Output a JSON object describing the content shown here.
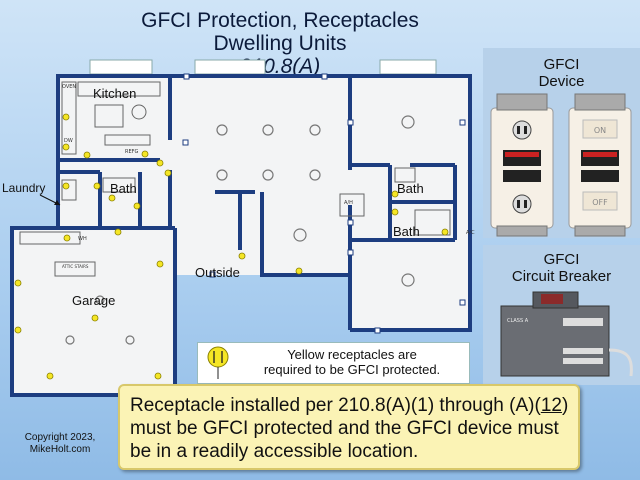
{
  "title": {
    "line1": "GFCI Protection, Receptacles",
    "line2": "Dwelling Units",
    "line3": "210.8(A)"
  },
  "rooms": {
    "kitchen": "Kitchen",
    "bath1": "Bath",
    "bath2": "Bath",
    "bath3": "Bath",
    "laundry": "Laundry",
    "garage": "Garage",
    "outside": "Outside"
  },
  "plan_labels": {
    "oven": "OVEN",
    "dw": "DW",
    "refg": "REFG",
    "wh": "WH",
    "attic": "ATTIC STAIRS",
    "ah": "A/H",
    "ac": "A/C"
  },
  "legend": {
    "text_line1": "Yellow receptacles are",
    "text_line2": "required to be GFCI protected."
  },
  "side_panels": {
    "device_title_1": "GFCI",
    "device_title_2": "Device",
    "breaker_title_1": "GFCI",
    "breaker_title_2": "Circuit Breaker",
    "on_label": "ON",
    "off_label": "OFF",
    "breaker_label": "CLASS A"
  },
  "note": {
    "part1": "Receptacle installed per 210.8(A)(1) through (A)(",
    "part_underlined": "12",
    "part2": ") must be GFCI protected and the GFCI device must be in a readily accessible location."
  },
  "copyright": {
    "line1": "Copyright 2023,",
    "line2": "MikeHolt.com"
  },
  "colors": {
    "wall": "#1d3d80",
    "gfci_yellow": "#f5e625",
    "background": "#a9cdef",
    "note_bg": "#fbf3b5"
  }
}
